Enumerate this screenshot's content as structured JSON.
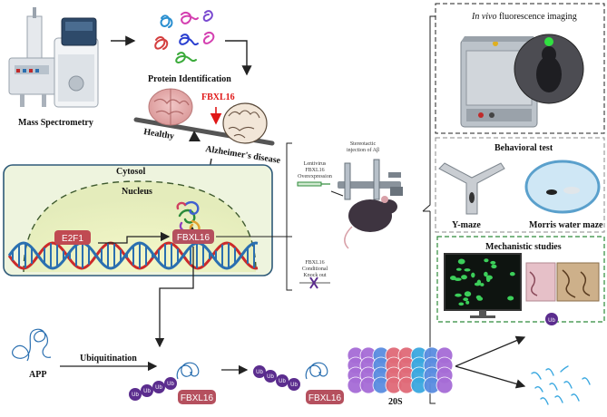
{
  "colors": {
    "fbxl16_box": "#b5505e",
    "e2f1_box": "#c04a52",
    "cell_fill": "#eef4de",
    "cell_border": "#2e5a78",
    "dna_red": "#cc2a2a",
    "dna_blue": "#2a6fb0",
    "ub": "#5b2d8e",
    "highlight_red": "#e01818",
    "dashed_green": "#2e8a3a"
  },
  "labels": {
    "mass_spec": "Mass Spectrometry",
    "protein_id": "Protein Identification",
    "fbxl16_red": "FBXL16",
    "healthy": "Healthy",
    "alzheimers": "Alzheimer's disease",
    "cytosol": "Cytosol",
    "nucleus": "Nucleus",
    "e2f1": "E2F1",
    "fbxl16": "FBXL16",
    "lentivirus": [
      "Lentivirus",
      "FBXL16",
      "Overexpression"
    ],
    "knockout": [
      "FBXL16",
      "Conditional",
      "Knock out"
    ],
    "stereotactic": [
      "Stereotactic",
      "injection of Aβ"
    ],
    "in_vivo_italic": "In vivo",
    "in_vivo_rest": " fluorescence imaging",
    "behavioral": "Behavioral test",
    "ymaze": "Y-maze",
    "morris": "Morris water maze",
    "mechanistic": "Mechanistic studies",
    "app": "APP",
    "ubiquitination": "Ubiquitination",
    "fbxl16_a": "FBXL16",
    "fbxl16_b": "FBXL16",
    "s20": "20S",
    "ub": "Ub"
  }
}
